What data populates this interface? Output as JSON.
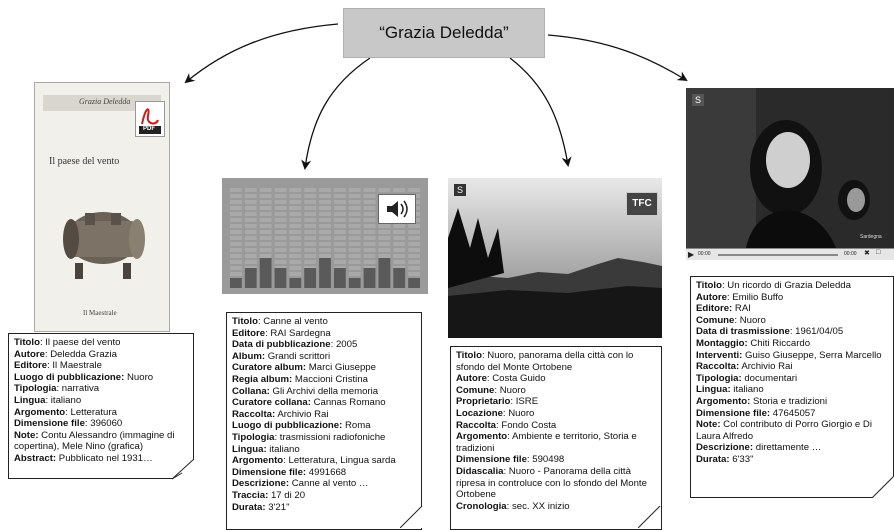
{
  "title": "“Grazia Deledda”",
  "book": {
    "cover_author": "Grazia Deledda",
    "cover_title": "Il paese del vento",
    "cover_publisher": "Il Maestrale",
    "pdf_label": "PDF",
    "fields": [
      {
        "label": "Titolo",
        "value": ": Il paese del vento"
      },
      {
        "label": "Autore",
        "value": ": Deledda Grazia"
      },
      {
        "label": "Editore",
        "value": ": Il Maestrale"
      },
      {
        "label": "Luogo di pubblicazione:",
        "value": " Nuoro"
      },
      {
        "label": "Tipologia",
        "value": ": narrativa"
      },
      {
        "label": "Lingua",
        "value": ": italiano"
      },
      {
        "label": "Argomento",
        "value": ": Letteratura"
      },
      {
        "label": "Dimensione file",
        "value": ": 396060"
      },
      {
        "label": "Note:",
        "value": " Contu Alessandro (immagine di copertina), Mele Nino (grafica)"
      },
      {
        "label": "Abstract:",
        "value": " Pubblicato nel 1931…"
      }
    ]
  },
  "audio": {
    "bar_levels": [
      0.1,
      0.2,
      0.3,
      0.2,
      0.1,
      0.2,
      0.3,
      0.2,
      0.1,
      0.2,
      0.3,
      0.2,
      0.1
    ],
    "fields": [
      {
        "label": "Titolo",
        "value": ": Canne al vento"
      },
      {
        "label": "Editore",
        "value": ": RAI Sardegna"
      },
      {
        "label": "Data di pubblicazione",
        "value": ": 2005"
      },
      {
        "label": "Album:",
        "value": " Grandi scrittori"
      },
      {
        "label": "Curatore album:",
        "value": " Marci Giuseppe"
      },
      {
        "label": "Regia album:",
        "value": " Maccioni Cristina"
      },
      {
        "label": "Collana:",
        "value": " Gli Archivi della memoria"
      },
      {
        "label": "Curatore collana:",
        "value": " Cannas Romano"
      },
      {
        "label": "Raccolta:",
        "value": " Archivio Rai"
      },
      {
        "label": "Luogo di pubblicazione:",
        "value": " Roma"
      },
      {
        "label": "Tipologia",
        "value": ": trasmissioni radiofoniche"
      },
      {
        "label": "Lingua:",
        "value": " italiano"
      },
      {
        "label": "Argomento",
        "value": ": Letteratura, Lingua sarda"
      },
      {
        "label": "Dimensione file:",
        "value": " 4991668"
      },
      {
        "label": "Descrizione:",
        "value": " Canne al vento …"
      },
      {
        "label": "Traccia:",
        "value": " 17 di 20"
      },
      {
        "label": "Durata:",
        "value": " 3'21\""
      }
    ]
  },
  "photo": {
    "badge": "S",
    "logo": "TFC",
    "fields": [
      {
        "label": "Titolo",
        "value": ": Nuoro, panorama della città con lo sfondo del Monte Ortobene"
      },
      {
        "label": "Autore",
        "value": ": Costa Guido"
      },
      {
        "label": "Comune",
        "value": ": Nuoro"
      },
      {
        "label": "Proprietario",
        "value": ": ISRE"
      },
      {
        "label": "Locazione",
        "value": ": Nuoro"
      },
      {
        "label": "Raccolta",
        "value": ": Fondo Costa"
      },
      {
        "label": "Argomento",
        "value": ": Ambiente e territorio, Storia e tradizioni"
      },
      {
        "label": "Dimensione file",
        "value": ": 590498"
      },
      {
        "label": "Didascalia",
        "value": ": Nuoro - Panorama della città ripresa in controluce con lo sfondo del Monte Ortobene"
      },
      {
        "label": "Cronologia",
        "value": ": sec. XX inizio"
      }
    ]
  },
  "video": {
    "badge": "S",
    "watermark": "Sardegna",
    "time_start": "00:00",
    "time_end": "00:00",
    "fields": [
      {
        "label": "Titolo",
        "value": ": Un ricordo di Grazia Deledda"
      },
      {
        "label": "Autore",
        "value": ": Emilio Buffo"
      },
      {
        "label": "Editore:",
        "value": " RAI"
      },
      {
        "label": "Comune",
        "value": ": Nuoro"
      },
      {
        "label": "Data di trasmissione",
        "value": ": 1961/04/05"
      },
      {
        "label": "Montaggio:",
        "value": " Chiti Riccardo"
      },
      {
        "label": "Interventi:",
        "value": " Guiso Giuseppe, Serra Marcello"
      },
      {
        "label": "Raccolta:",
        "value": " Archivio Rai"
      },
      {
        "label": "Tipologia:",
        "value": " documentari"
      },
      {
        "label": "Lingua:",
        "value": " italiano"
      },
      {
        "label": "Argomento:",
        "value": " Storia e tradizioni"
      },
      {
        "label": "Dimensione file:",
        "value": " 47645057"
      },
      {
        "label": "Note:",
        "value": " Col contributo di Porro Giorgio e Di Laura Alfredo"
      },
      {
        "label": "Descrizione:",
        "value": " direttamente …"
      },
      {
        "label": "Durata:",
        "value": " 6'33\""
      }
    ]
  }
}
